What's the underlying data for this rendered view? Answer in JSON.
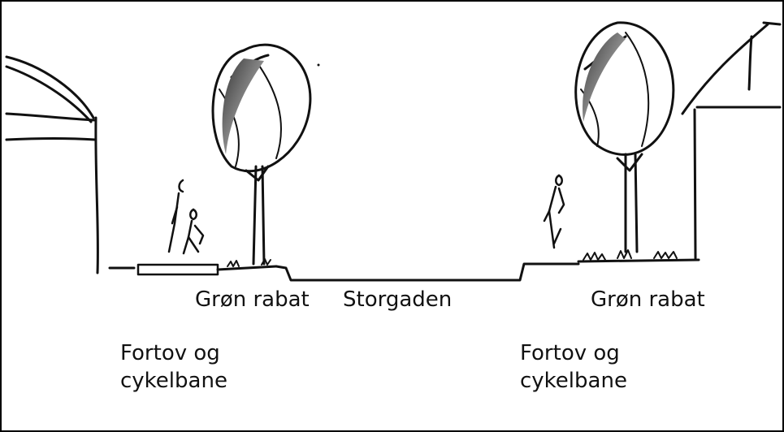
{
  "labels": {
    "left_verge": "Grøn rabat",
    "road": "Storgaden",
    "right_verge": "Grøn rabat",
    "left_sidewalk_line1": "Fortov og",
    "left_sidewalk_line2": "cykelbane",
    "right_sidewalk_line1": "Fortov og",
    "right_sidewalk_line2": "cykelbane"
  },
  "colors": {
    "ink": "#111111",
    "background": "#ffffff"
  }
}
